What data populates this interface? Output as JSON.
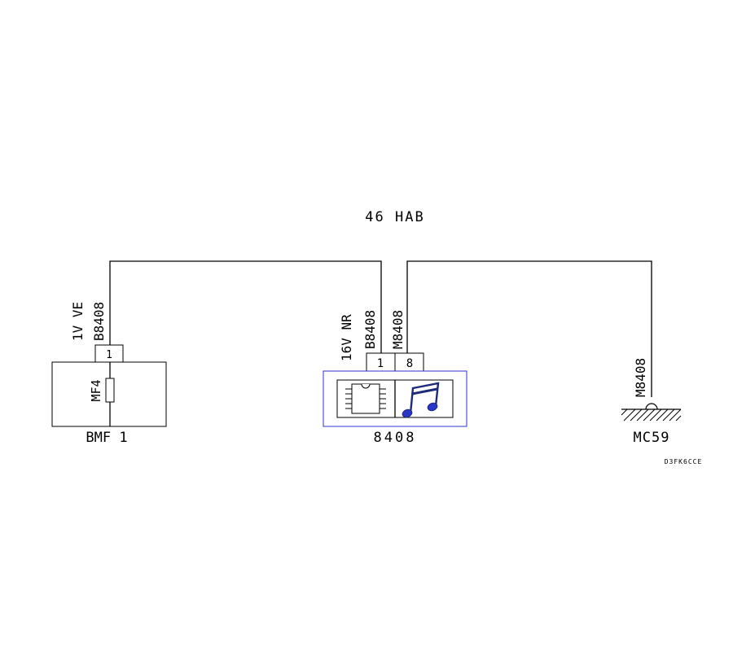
{
  "harness_label": "46 HAB",
  "colors": {
    "line": "#000000",
    "component_frame": "#2a35c9",
    "note_icon": "#2a35c9"
  },
  "components": {
    "bmf1": {
      "name": "BMF 1",
      "fuse": "MF4",
      "pin": "1",
      "wire_color": "1V VE",
      "wire_id": "B8408"
    },
    "c8408": {
      "name": "8408",
      "pin_a": "1",
      "pin_b": "8",
      "wire_a_color": "16V NR",
      "wire_a_id": "B8408",
      "wire_b_id": "M8408",
      "icons": [
        "chip-icon",
        "music-note-icon"
      ]
    },
    "mc59": {
      "name": "MC59",
      "wire_id": "M8408"
    }
  },
  "drawing_ref": "D3FK6CCE"
}
